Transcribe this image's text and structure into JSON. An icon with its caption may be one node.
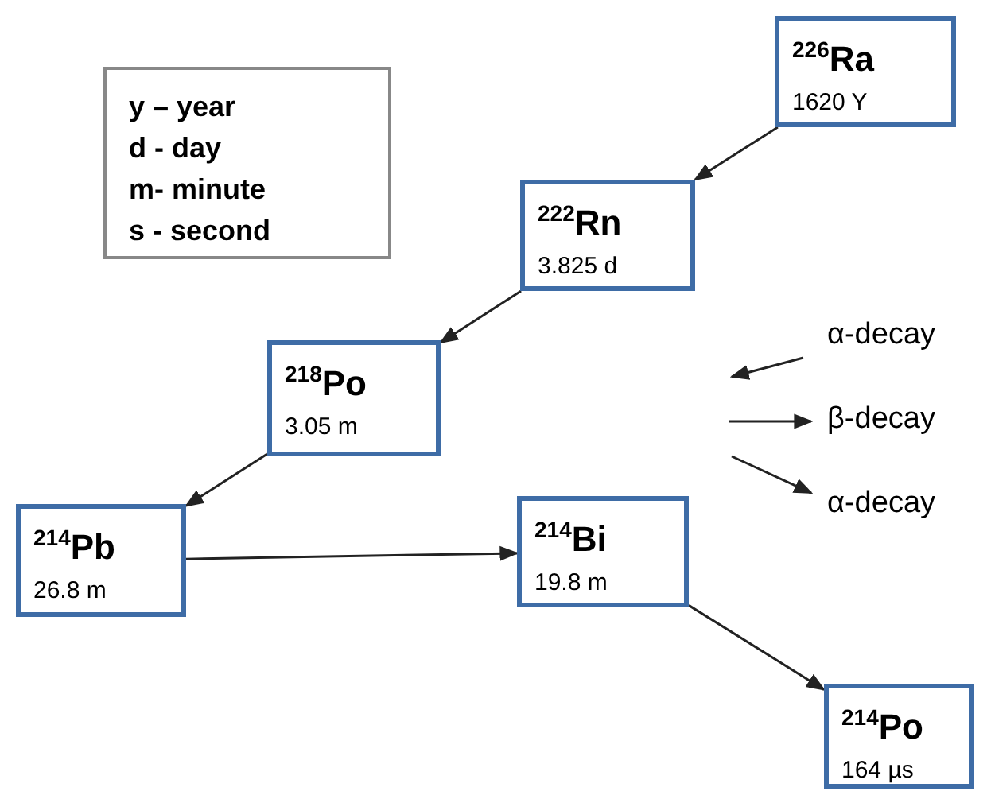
{
  "diagram": {
    "nodes": [
      {
        "text": [
          "y – year",
          "d - day",
          "m- minute",
          "s - second"
        ]
      },
      {
        "text": [
          "$^{226}$Ra",
          "1620 Y"
        ]
      },
      {
        "text": [
          "$^{222}$Rn",
          "3.825 d"
        ]
      },
      {
        "text": [
          "$^{218}$Po",
          "3.05 m"
        ]
      },
      {
        "text": [
          "$^{214}$Pb",
          "26.8 m"
        ]
      },
      {
        "text": [
          "$^{214}$Bi",
          "19.8 m"
        ]
      },
      {
        "text": [
          "$^{214}$Po",
          "164 µs"
        ]
      }
    ],
    "edges": [
      {
        "from": 1,
        "to": 2,
        "arrow": "to"
      },
      {
        "from": 2,
        "to": 3,
        "arrow": "to"
      },
      {
        "from": 3,
        "to": 4,
        "arrow": "to"
      },
      {
        "from": 4,
        "to": 5,
        "arrow": "to"
      },
      {
        "from": 5,
        "to": 6,
        "arrow": "to"
      }
    ],
    "legend": [
      {
        "text": "α-decay"
      },
      {
        "text": "β-decay"
      },
      {
        "text": "α-decay"
      }
    ]
  }
}
